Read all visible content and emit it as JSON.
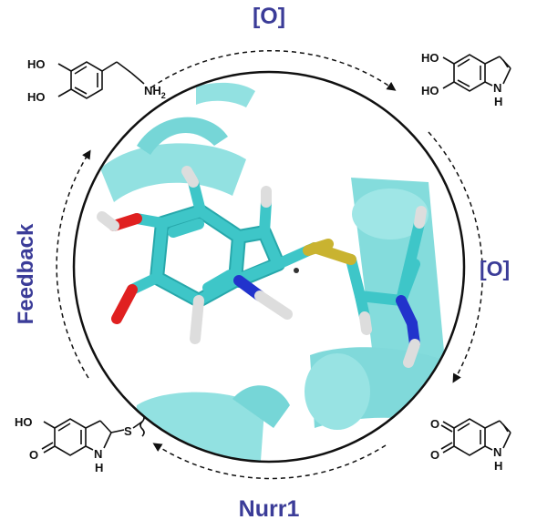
{
  "labels": {
    "top_oxidation": "[O]",
    "right_oxidation": "[O]",
    "bottom_binding": "Nurr1",
    "left_feedback": "Feedback"
  },
  "molecules": {
    "dopamine": {
      "oh1": "HO",
      "oh2": "HO",
      "amine": "NH",
      "amine_sub": "2"
    },
    "dihydroxyindole": {
      "oh1": "HO",
      "oh2": "HO",
      "nh_n": "N",
      "nh_h": "H"
    },
    "indolequinone": {
      "o1": "O",
      "o2": "O",
      "nh_n": "N",
      "nh_h": "H"
    },
    "adduct": {
      "oh": "HO",
      "o": "O",
      "s": "S",
      "nh_n": "N",
      "nh_h": "H"
    }
  },
  "colors": {
    "label_blue": "#3b3c98",
    "carbon_cyan": "#3ec6c8",
    "protein_cyan": "#7fdcdc",
    "sulfur_yellow": "#c9b330",
    "nitrogen_blue": "#2233cc",
    "oxygen_red": "#e02020"
  }
}
